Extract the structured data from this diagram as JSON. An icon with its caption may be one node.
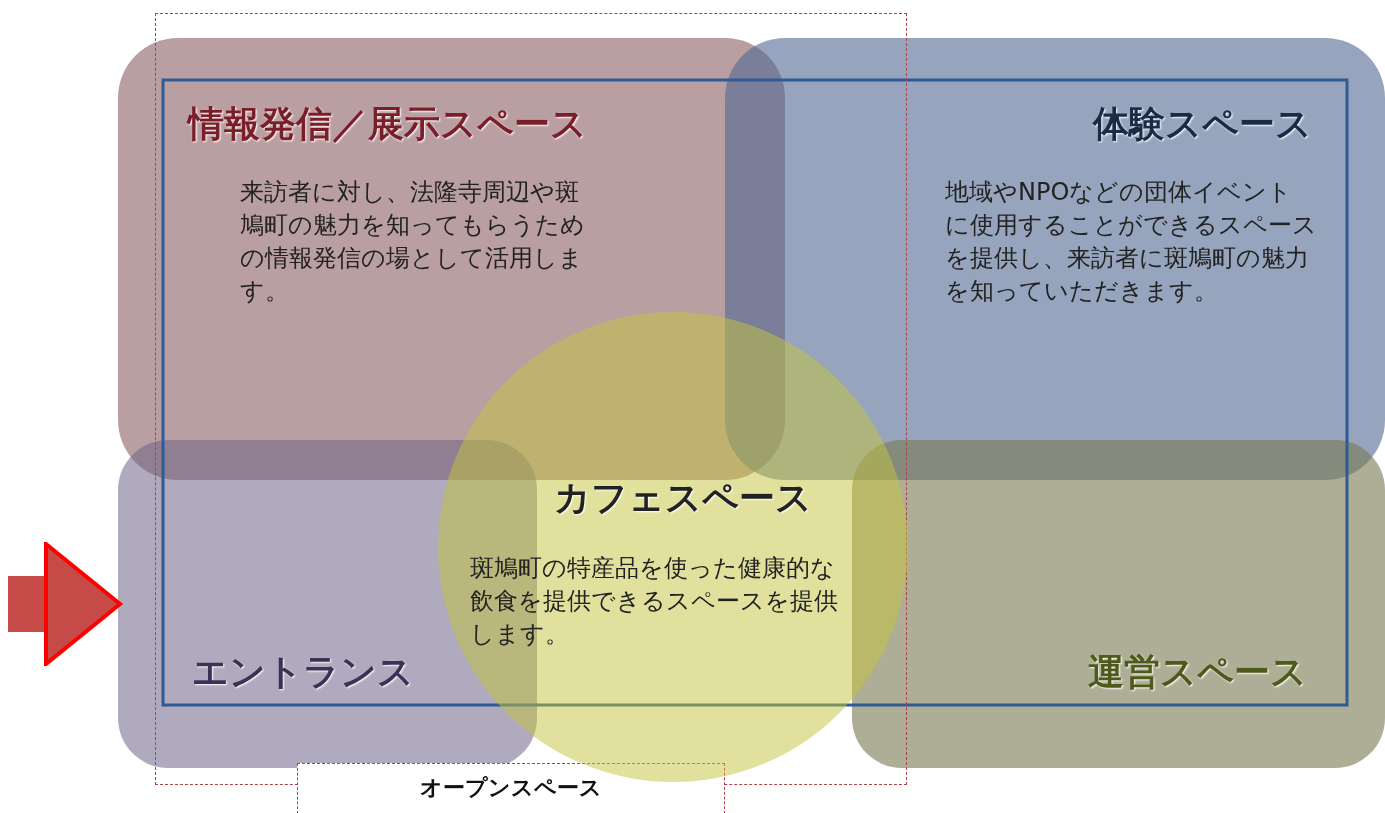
{
  "diagram": {
    "nodes": [
      {
        "text": [
          "情報発信／展示スペース",
          "来訪者に対し、法隆寺周辺や斑鳩町の魅力を知ってもらうための情報発信の場として活用します。"
        ]
      },
      {
        "text": [
          "体験スペース",
          "地域やNPOなどの団体イベントに使用することができるスペースを提供し、来訪者に斑鳩町の魅力を知っていただきます。"
        ]
      },
      {
        "text": [
          "エントランス"
        ]
      },
      {
        "text": [
          "カフェスペース",
          "斑鳩町の特産品を使った健康的な飲食を提供できるスペースを提供します。"
        ],
        "in": 5
      },
      {
        "text": [
          "運営スペース"
        ]
      },
      {
        "text": [
          "オープンスペース"
        ]
      }
    ],
    "edges": [
      {
        "from": null,
        "to": 2,
        "arrow": "to"
      }
    ]
  }
}
